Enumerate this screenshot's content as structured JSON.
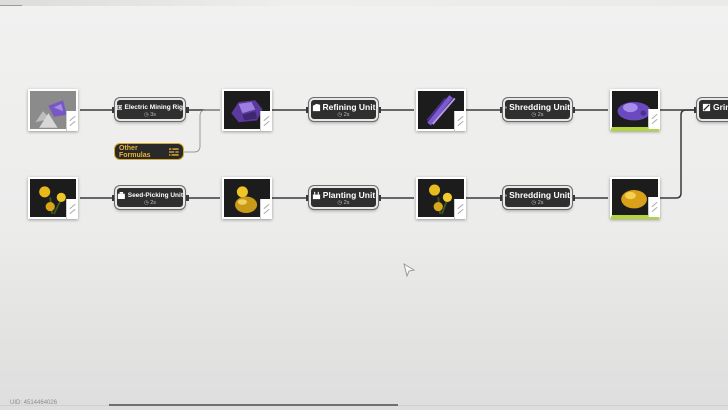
{
  "uid_text": "UID: 4514464026",
  "other_formulas": {
    "label": "Other Formulas",
    "icon": "list-icon"
  },
  "row1": {
    "items": [
      {
        "id": "ore-node",
        "icon": "mineral-deposit-icon",
        "color": "#7a58c4"
      },
      {
        "id": "amethyst-ore",
        "icon": "amethyst-ore-icon",
        "color": "#6c4ab3"
      },
      {
        "id": "amethyst-fiber",
        "icon": "amethyst-fiber-icon",
        "color": "#7c5bd0"
      },
      {
        "id": "amethyst-powder",
        "icon": "amethyst-powder-icon",
        "color": "#8b66d8"
      }
    ],
    "machines": [
      {
        "name": "Electric Mining Rig",
        "time": "3s",
        "icon": "mining-rig-icon"
      },
      {
        "name": "Refining Unit",
        "time": "2s",
        "icon": "refining-icon"
      },
      {
        "name": "Shredding Unit",
        "time": "2s",
        "icon": "shredding-icon"
      },
      {
        "name": "Grin",
        "time": "",
        "icon": "grinding-icon"
      }
    ]
  },
  "row2": {
    "items": [
      {
        "id": "buckflower-plant",
        "icon": "yellow-flower-icon",
        "color": "#e6b81a"
      },
      {
        "id": "buckflower-seed",
        "icon": "yellow-seed-icon",
        "color": "#e2b21c"
      },
      {
        "id": "buckflower",
        "icon": "yellow-flower-icon",
        "color": "#e8bb1e"
      },
      {
        "id": "buckflower-powder",
        "icon": "yellow-powder-icon",
        "color": "#d9a11a"
      }
    ],
    "machines": [
      {
        "name": "Seed-Picking Unit",
        "time": "2s",
        "icon": "seed-picking-icon"
      },
      {
        "name": "Planting Unit",
        "time": "2s",
        "icon": "planting-icon"
      },
      {
        "name": "Shredding Unit",
        "time": "2s",
        "icon": "shredding-icon"
      }
    ]
  },
  "colors": {
    "panel": "#2f2f2f",
    "accent_gold": "#e8b23a",
    "accent_green": "#b3d43a",
    "link": "#3a3a3a"
  }
}
